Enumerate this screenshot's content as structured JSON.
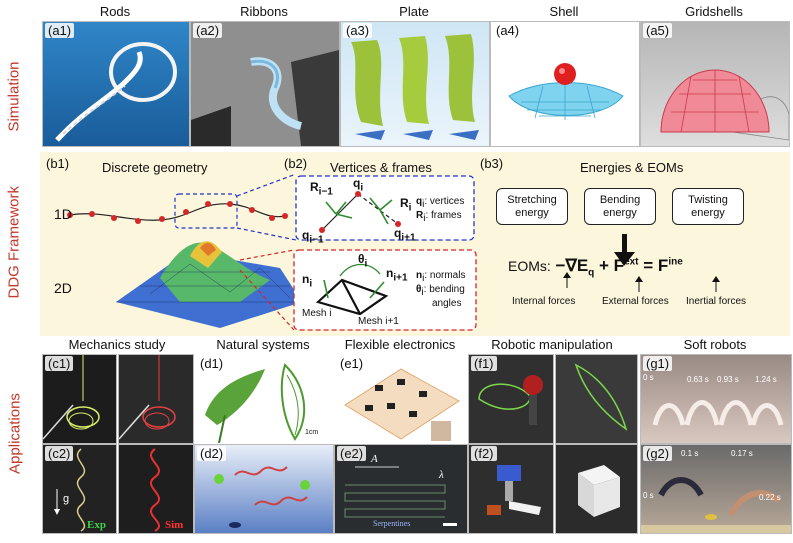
{
  "row_labels": {
    "simulation": "Simulation",
    "ddg": "DDG Framework",
    "applications": "Applications"
  },
  "simulation": [
    {
      "title": "Rods",
      "tag": "(a1)"
    },
    {
      "title": "Ribbons",
      "tag": "(a2)"
    },
    {
      "title": "Plate",
      "tag": "(a3)"
    },
    {
      "title": "Shell",
      "tag": "(a4)"
    },
    {
      "title": "Gridshells",
      "tag": "(a5)"
    }
  ],
  "ddg": {
    "b1_tag": "(b1)",
    "b1_title": "Discrete geometry",
    "b2_tag": "(b2)",
    "b2_title": "Vertices & frames",
    "b3_tag": "(b3)",
    "b3_title": "Energies & EOMs",
    "label_1d": "1D",
    "label_2d": "2D",
    "frames": {
      "R_prev": "R",
      "R_prev_sub": "i−1",
      "q_i": "q",
      "q_i_sub": "i",
      "R_i": "R",
      "R_i_sub": "i",
      "q_prev": "q",
      "q_prev_sub": "i−1",
      "q_next": "q",
      "q_next_sub": "i+1",
      "legend_q": ": vertices",
      "legend_R": ": frames"
    },
    "mesh": {
      "n_i": "n",
      "n_i_sub": "i",
      "theta": "θ",
      "theta_sub": "i",
      "n_next": "n",
      "n_next_sub": "i+1",
      "mesh_i": "Mesh i",
      "mesh_next": "Mesh i+1",
      "legend_n": ": normals",
      "legend_theta_1": ": bending",
      "legend_theta_2": "angles"
    },
    "energies": [
      "Stretching energy",
      "Bending energy",
      "Twisting energy"
    ],
    "eom": {
      "prefix": "EOMs:",
      "lhs": "−∇E",
      "lhs_sub": "q",
      "plus": "+",
      "fext": "F",
      "fext_sup": "ext",
      "eq": "=",
      "fine": "F",
      "fine_sup": "ine"
    },
    "forces": [
      "Internal forces",
      "External forces",
      "Inertial forces"
    ]
  },
  "applications": [
    {
      "title": "Mechanics study",
      "tags": [
        "(c1)",
        "(c2)"
      ],
      "labels": [
        "Exp",
        "Sim",
        "g"
      ]
    },
    {
      "title": "Natural systems",
      "tags": [
        "(d1)",
        "(d2)"
      ],
      "labels": [
        "1cm"
      ]
    },
    {
      "title": "Flexible electronics",
      "tags": [
        "(e1)",
        "(e2)"
      ],
      "labels": [
        "Serpentines",
        "A",
        "λ"
      ]
    },
    {
      "title": "Robotic manipulation",
      "tags": [
        "(f1)",
        "(f2)"
      ],
      "labels": []
    },
    {
      "title": "Soft robots",
      "tags": [
        "(g1)",
        "(g2)"
      ],
      "labels": [
        "0 s",
        "0.63 s",
        "0.93 s",
        "1.24 s",
        "0.1 s",
        "0.17 s",
        "0 s",
        "0.22 s"
      ]
    }
  ],
  "colors": {
    "accent_red": "#c0392b",
    "ddg_bg": "#fbf6dc",
    "node_red": "#d62728",
    "frame_green": "#2e8b2e",
    "dash_blue": "#2233cc"
  }
}
